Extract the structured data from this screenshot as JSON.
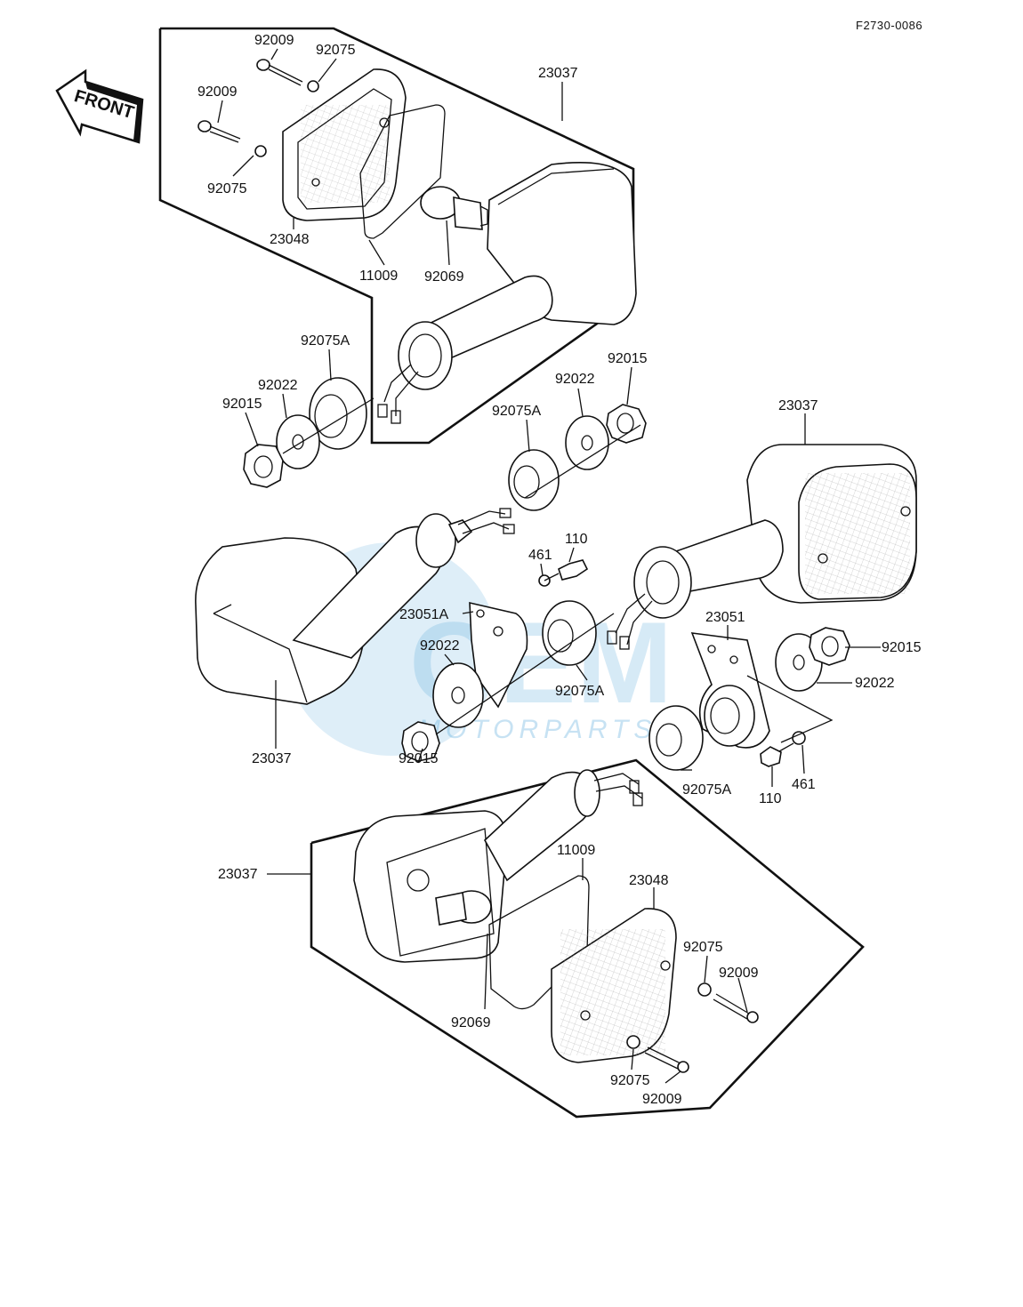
{
  "diagram_code": "F2730-0086",
  "front_arrow_label": "FRONT",
  "watermark": {
    "brand": "OEM",
    "sub": "MOTORPARTS"
  },
  "part_labels": {
    "top_92009_a": "92009",
    "top_92075_a": "92075",
    "top_92009_b": "92009",
    "top_92075_b": "92075",
    "top_23037": "23037",
    "top_23048": "23048",
    "top_11009": "11009",
    "top_92069": "92069",
    "left_92075A": "92075A",
    "left_92022": "92022",
    "left_92015": "92015",
    "mid_92015": "92015",
    "mid_92022": "92022",
    "mid_92075A": "92075A",
    "right_23037": "23037",
    "c_110": "110",
    "c_461": "461",
    "c_23051A": "23051A",
    "c_92022": "92022",
    "c_92075A": "92075A",
    "c_92015": "92015",
    "left_23037": "23037",
    "r_23051": "23051",
    "r_92015": "92015",
    "r_92022": "92022",
    "r_92075A": "92075A",
    "r_110": "110",
    "r_461": "461",
    "bot_11009": "11009",
    "bot_23048": "23048",
    "bot_23037": "23037",
    "bot_92075_a": "92075",
    "bot_92009_a": "92009",
    "bot_92069": "92069",
    "bot_92075_b": "92075",
    "bot_92009_b": "92009"
  }
}
